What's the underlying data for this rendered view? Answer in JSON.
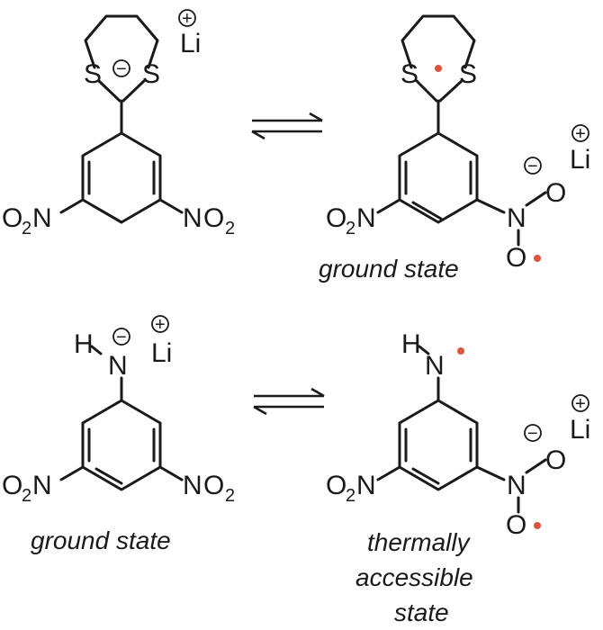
{
  "labels": {
    "S": "S",
    "Li": "Li",
    "N": "N",
    "H": "H",
    "O": "O",
    "O2": "O",
    "NO2_N": "N",
    "NO2_O": "O",
    "sub2": "2",
    "plus": "+",
    "minus": "−"
  },
  "captions": {
    "top_right": "ground state",
    "bottom_left": "ground state",
    "bottom_right_line1": "thermally",
    "bottom_right_line2": "accessible",
    "bottom_right_line3": "state"
  },
  "colors": {
    "bond": "#1a1a1a",
    "radical": "#e0533a"
  }
}
